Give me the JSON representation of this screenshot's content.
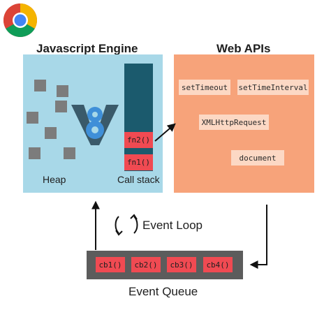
{
  "engine": {
    "title": "Javascript Engine",
    "heap_label": "Heap",
    "callstack_label": "Call stack",
    "stack_frames": [
      "fn2()",
      "fn1()"
    ]
  },
  "web_apis": {
    "title": "Web APIs",
    "items": [
      "setTimeout",
      "setTimeInterval",
      "XMLHttpRequest",
      "document"
    ]
  },
  "event_loop": {
    "label": "Event Loop"
  },
  "event_queue": {
    "title": "Event Queue",
    "callbacks": [
      "cb1()",
      "cb2()",
      "cb3()",
      "cb4()"
    ]
  },
  "colors": {
    "engine_bg": "#a8d8e8",
    "webapi_bg": "#f7a37a",
    "stack_col": "#1b5a6d",
    "frame_red": "#f04a52",
    "queue_bar": "#5c5c5c",
    "v8_blue": "#3f8fd8"
  },
  "icons": [
    "chrome-logo-icon",
    "v8-logo-icon",
    "event-loop-cycle-icon"
  ]
}
